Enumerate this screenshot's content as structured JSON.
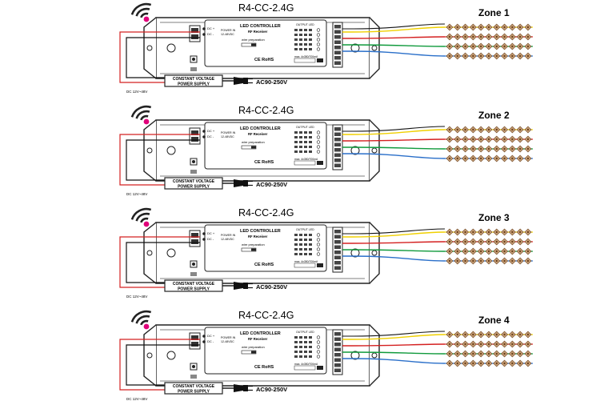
{
  "model": "R4-CC-2.4G",
  "controller_title": "LED CONTROLLER",
  "controller_sub": "RF Receiver",
  "output_led_label": "OUTPUT LED",
  "wire_prep_label": "wire preparation",
  "dc_plus": "DC +",
  "dc_minus": "DC -",
  "power_in_label": "POWER IN",
  "voltage_range": "12-48VDC",
  "cert_label": "CE RoHS",
  "max_output": "max. 4x350/700mA",
  "psu_line1": "CONSTANT VOLTAGE",
  "psu_line2": "POWER SUPPLY",
  "dc_label": "DC 12V~48V",
  "ac_label": "AC90-250V",
  "colors": {
    "yellow": "#f0d000",
    "red": "#d42020",
    "green": "#109a3c",
    "blue": "#2a6fc9",
    "signal": "#e0007a"
  },
  "zones": [
    {
      "name": "Zone 1",
      "active": [
        0,
        1,
        2,
        3
      ]
    },
    {
      "name": "Zone 2",
      "active": [
        0,
        1,
        2,
        3
      ]
    },
    {
      "name": "Zone 3",
      "active": [
        0,
        1,
        2,
        3
      ]
    },
    {
      "name": "Zone 4",
      "active": [
        0,
        1,
        2,
        3
      ]
    }
  ]
}
